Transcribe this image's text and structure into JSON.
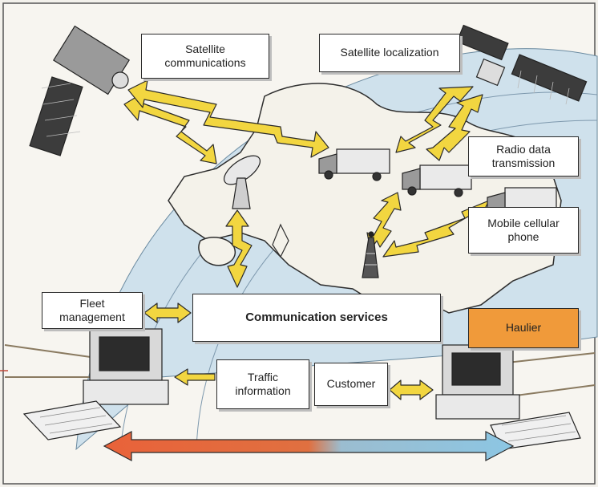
{
  "labels": {
    "satellite_communications": "Satellite\ncommunications",
    "satellite_localization": "Satellite localization",
    "radio_data_transmission": "Radio data\ntransmission",
    "mobile_cellular_phone": "Mobile cellular\nphone",
    "fleet_management": "Fleet\nmanagement",
    "communication_services": "Communication services",
    "haulier": "Haulier",
    "traffic_information": "Traffic\ninformation",
    "customer": "Customer"
  },
  "colors": {
    "arrow_yellow": "#f2d640",
    "haulier_orange": "#f09a3a",
    "map_sea": "#cfe1ec",
    "map_land": "#f4f2ea",
    "bottom_arrow_left": "#e9623a",
    "bottom_arrow_right": "#8cc6e3"
  }
}
